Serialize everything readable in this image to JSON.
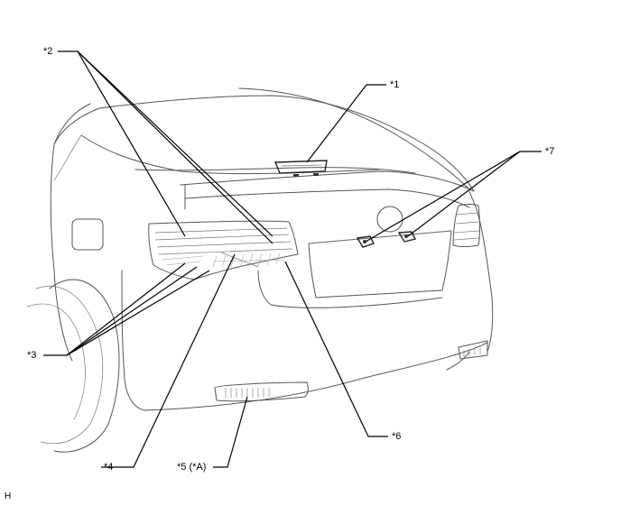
{
  "callouts": {
    "c1": "*1",
    "c2": "*2",
    "c3": "*3",
    "c4": "*4",
    "c5": "*5 (*A)",
    "c6": "*6",
    "c7": "*7"
  },
  "corner_code": "H"
}
